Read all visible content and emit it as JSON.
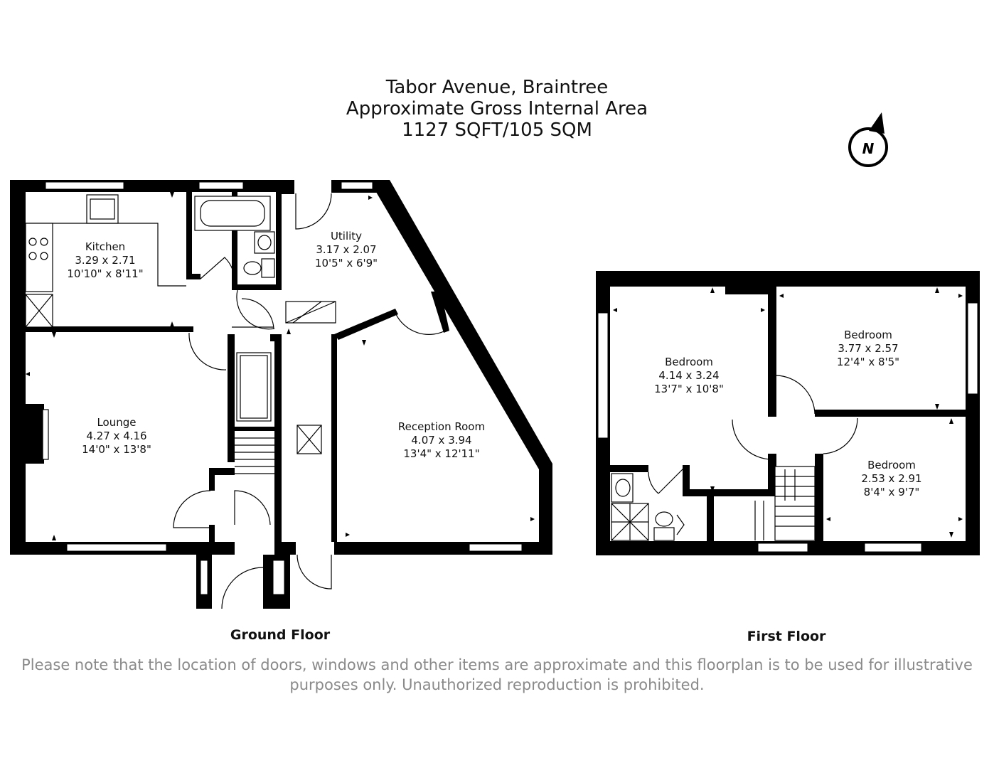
{
  "header": {
    "line1": "Tabor Avenue, Braintree",
    "line2": "Approximate Gross Internal Area",
    "line3": "1127 SQFT/105 SQM"
  },
  "compass": {
    "label": "N",
    "icon": "north-compass-icon"
  },
  "ground_floor": {
    "label": "Ground Floor",
    "rooms": [
      {
        "name": "Kitchen",
        "metric": "3.29 x 2.71",
        "imperial": "10'10\" x 8'11\""
      },
      {
        "name": "Utility",
        "metric": "3.17 x 2.07",
        "imperial": "10'5\" x 6'9\""
      },
      {
        "name": "Lounge",
        "metric": "4.27 x 4.16",
        "imperial": "14'0\" x 13'8\""
      },
      {
        "name": "Reception Room",
        "metric": "4.07 x 3.94",
        "imperial": "13'4\" x 12'11\""
      }
    ]
  },
  "first_floor": {
    "label": "First Floor",
    "rooms": [
      {
        "name": "Bedroom",
        "metric": "4.14 x 3.24",
        "imperial": "13'7\" x 10'8\""
      },
      {
        "name": "Bedroom",
        "metric": "3.77 x 2.57",
        "imperial": "12'4\" x 8'5\""
      },
      {
        "name": "Bedroom",
        "metric": "2.53 x 2.91",
        "imperial": "8'4\" x 9'7\""
      }
    ]
  },
  "disclaimer": {
    "line1": "Please note that the location of doors, windows and other items are approximate and this floorplan is to be used for illustrative",
    "line2": "purposes only. Unauthorized reproduction is prohibited."
  }
}
